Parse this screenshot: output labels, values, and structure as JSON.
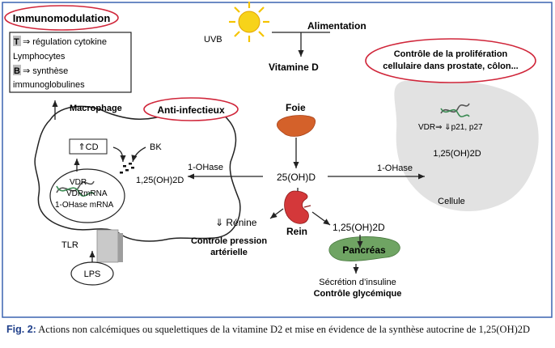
{
  "colors": {
    "frame": "#3a63b0",
    "oval_outline": "#d0263a",
    "liver": "#d4612a",
    "pancreas": "#6fa463",
    "cell": "#e2e2e2",
    "sun": "#f5c400"
  },
  "icons": [
    "sun-icon",
    "dna-helix-icon",
    "liver-icon",
    "kidney-icon",
    "pancreas-icon",
    "receptor-block-icon"
  ],
  "labels": {
    "immunomodulation": "Immunomodulation",
    "t_box": "T",
    "t_text": "⇒ régulation cytokine",
    "lymphocytes": "Lymphocytes",
    "b_box": "B",
    "b_text": "⇒ synthèse",
    "immunoglobulines": "immunoglobulines",
    "macrophage": "Macrophage",
    "anti_infectieux": "Anti-infectieux",
    "uvb": "UVB",
    "alimentation": "Alimentation",
    "vitamine_d": "Vitamine D",
    "controle_prolif_1": "Contrôle de la prolifération",
    "controle_prolif_2": "cellulaire dans prostate, côlon...",
    "foie": "Foie",
    "cd": "⇑CD",
    "bk": "BK",
    "ohase_macro": "1-OHase",
    "dihydroxy_macro": "1,25(OH)2D",
    "vdr": "VDR",
    "vdrmrna": "VDRmRNA",
    "ohase_mrna": "1-OHase mRNA",
    "calcidiol": "25(OH)D",
    "ohase_cell": "1-OHase",
    "dihydroxy_cell": "1,25(OH)2D",
    "vdr_p21": "VDR⇒ ⇓p21, p27",
    "cellule": "Cellule",
    "renine": "⇓ Rénine",
    "controle_pression_1": "Contrôle pression",
    "controle_pression_2": "artérielle",
    "rein": "Rein",
    "dihydroxy_rein": "1,25(OH)2D",
    "tlr": "TLR",
    "lps": "LPS",
    "pancreas": "Pancréas",
    "secretion": "Sécrétion d’insuline",
    "controle_glyc": "Contrôle glycémique"
  },
  "caption": {
    "fig_label": "Fig. 2:",
    "text": " Actions non calcémiques ou squelettiques de la vitamine D2 et mise en évidence de la synthèse autocrine de 1,25(OH)2D"
  }
}
